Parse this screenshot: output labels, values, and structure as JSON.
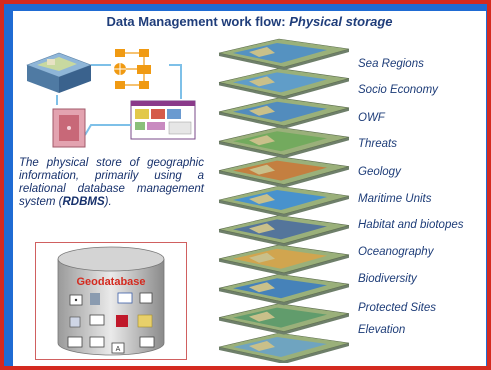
{
  "title": {
    "main": "Data Management work flow: ",
    "emphasis": "Physical storage"
  },
  "description": {
    "text_before": "The physical store of geographic information, primarily using a relational database management system (",
    "bold": "RDBMS",
    "text_after": ")."
  },
  "geodatabase": {
    "label": "Geodatabase"
  },
  "layers": [
    {
      "label": "Sea Regions",
      "color": "#4e8fc9"
    },
    {
      "label": "Socio Economy",
      "color": "#5a9bd0"
    },
    {
      "label": "OWF",
      "color": "#4a88c4"
    },
    {
      "label": "Threats",
      "color": "#6faa5b"
    },
    {
      "label": "Geology",
      "color": "#c97a3a"
    },
    {
      "label": "Maritime Units",
      "color": "#3f8fd6"
    },
    {
      "label": "Habitat and biotopes",
      "color": "#4d6f9e"
    },
    {
      "label": "Oceanography",
      "color": "#d7a44a"
    },
    {
      "label": "Biodiversity",
      "color": "#3d7dc0"
    },
    {
      "label": "Protected Sites",
      "color": "#5b9a6a"
    },
    {
      "label": "Elevation",
      "color": "#6aa3c8"
    }
  ],
  "colors": {
    "frame": "#d42a1f",
    "background": "#1f6bd3",
    "title_text": "#1f3d7a",
    "label_text": "#1d3c78"
  }
}
